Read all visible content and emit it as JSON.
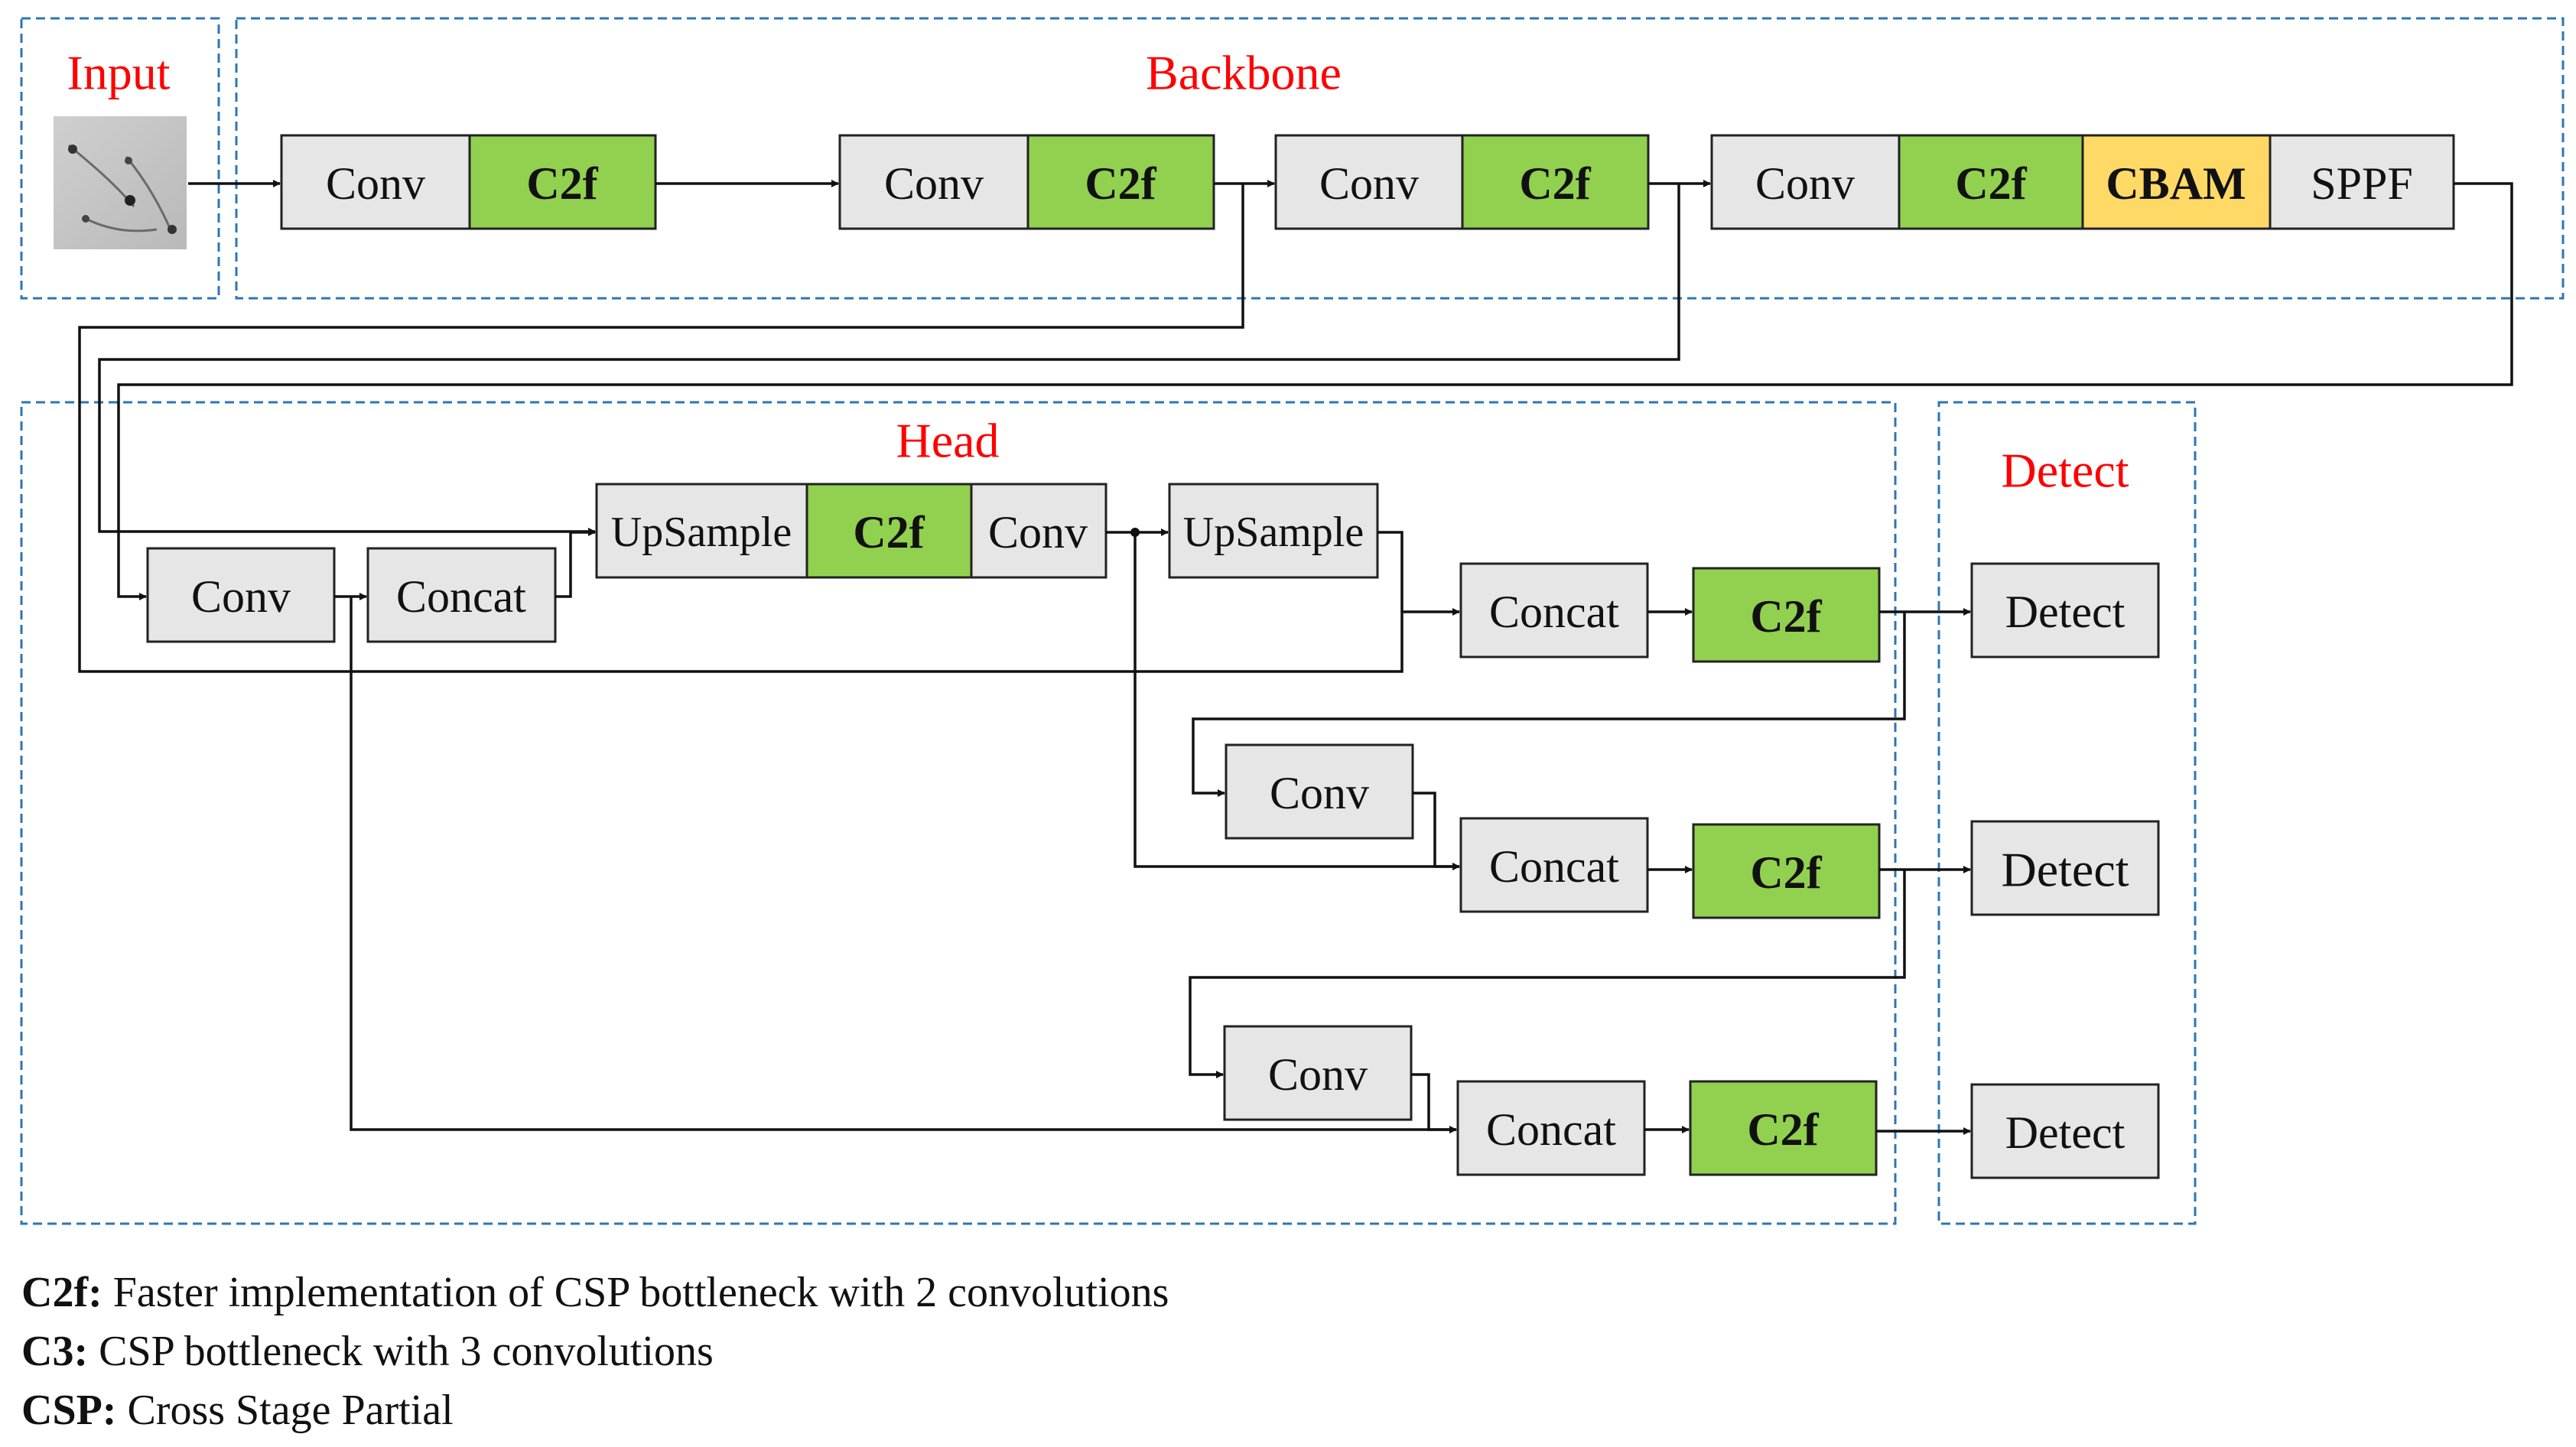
{
  "regions": {
    "input": "Input",
    "backbone": "Backbone",
    "head": "Head",
    "detect": "Detect"
  },
  "backbone": {
    "stage1": [
      "Conv",
      "C2f"
    ],
    "stage2": [
      "Conv",
      "C2f"
    ],
    "stage3": [
      "Conv",
      "C2f"
    ],
    "stage4": [
      "Conv",
      "C2f",
      "CBAM",
      "SPPF"
    ]
  },
  "head": {
    "conv1": "Conv",
    "concat1": "Concat",
    "upsample_block": [
      "UpSample",
      "C2f",
      "Conv"
    ],
    "upsample2": "UpSample",
    "concat2": "Concat",
    "c2f_out1": "C2f",
    "conv2": "Conv",
    "concat3": "Concat",
    "c2f_out2": "C2f",
    "conv3": "Conv",
    "concat4": "Concat",
    "c2f_out3": "C2f"
  },
  "detect": [
    "Detect",
    "Detect",
    "Detect"
  ],
  "legend": [
    {
      "term": "C2f:",
      "text": " Faster implementation of CSP bottleneck with 2 convolutions"
    },
    {
      "term": "C3:",
      "text": " CSP bottleneck with 3 convolutions"
    },
    {
      "term": "CSP:",
      "text": " Cross Stage Partial"
    }
  ],
  "colors": {
    "block_gray": "#e6e6e6",
    "block_green": "#92d050",
    "block_yellow": "#ffd966",
    "region_border": "#2e75b6",
    "region_title": "#ff0000"
  }
}
